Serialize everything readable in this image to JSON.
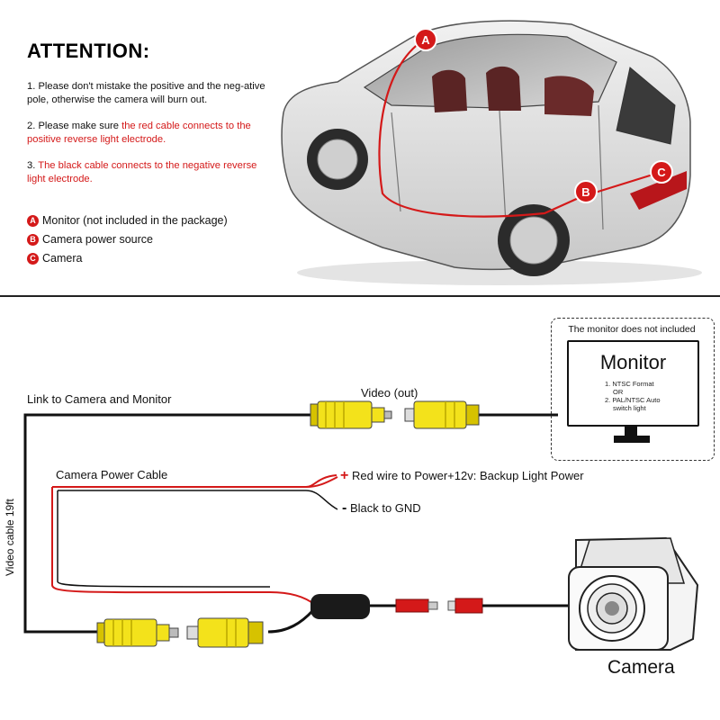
{
  "attention": {
    "title": "ATTENTION:",
    "note1": "1. Please don't mistake the positive and the neg-ative pole, otherwise the camera will burn out.",
    "note2_prefix": "2. Please make sure ",
    "note2_red": "the red cable connects to the positive reverse light electrode.",
    "note3_prefix": "3. ",
    "note3_red": "The black cable connects to the negative reverse light electrode."
  },
  "legend": [
    {
      "badge": "A",
      "label": "Monitor (not included in the package)"
    },
    {
      "badge": "B",
      "label": "Camera power source"
    },
    {
      "badge": "C",
      "label": "Camera"
    }
  ],
  "car_markers": [
    "A",
    "B",
    "C"
  ],
  "diagram": {
    "link_label": "Link to Camera and Monitor",
    "video_out_label": "Video (out)",
    "power_cable_label": "Camera Power Cable",
    "red_wire_sign": "+",
    "red_wire_label": "Red wire to Power+12v: Backup Light Power",
    "black_wire_sign": "-",
    "black_wire_label": "Black to GND",
    "video_cable_label": "Video cable 19ft",
    "camera_label": "Camera"
  },
  "monitor": {
    "note": "The monitor does not included",
    "title": "Monitor",
    "spec1": "1. NTSC Format",
    "spec_or": "OR",
    "spec2a": "2. PAL/NTSC Auto",
    "spec2b": "switch light"
  },
  "colors": {
    "accent_red": "#d41919",
    "connector_yellow": "#f3e21b",
    "cable_black": "#111111"
  }
}
